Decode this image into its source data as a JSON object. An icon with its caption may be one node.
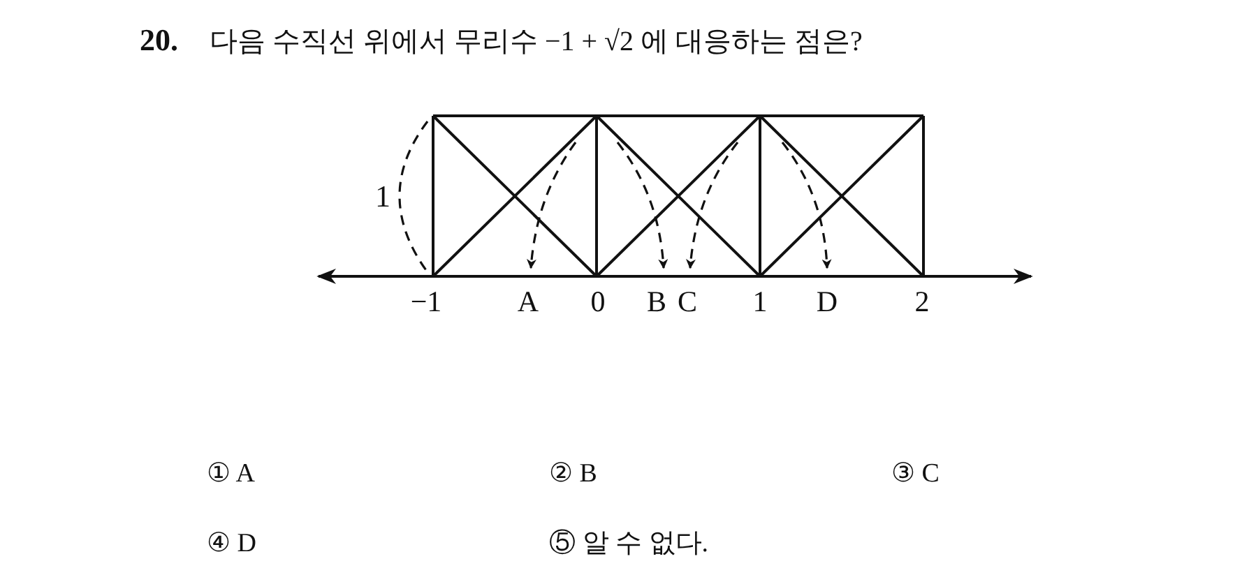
{
  "diagram": {
    "title": "다음 수직선 위에서 무리수 −1 + √2 에 대응하는 점은?",
    "labels": [
      "20.",
      "1",
      "−1",
      "A",
      "0",
      "B",
      "C",
      "1",
      "D",
      "2",
      "① A",
      "② B",
      "③ C",
      "④ D",
      "⑤ 알 수 없다."
    ]
  }
}
